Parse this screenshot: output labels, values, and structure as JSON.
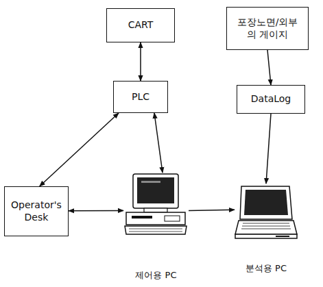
{
  "diagram": {
    "nodes": [
      {
        "text": [
          "CART"
        ]
      },
      {
        "text": [
          "포장노면/외부의 게이지"
        ]
      },
      {
        "text": [
          "PLC"
        ]
      },
      {
        "text": [
          "DataLog"
        ]
      },
      {
        "text": [
          "Operator's Desk"
        ]
      },
      {
        "text": [
          "제어용 PC"
        ]
      },
      {
        "text": [
          "분석용 PC"
        ]
      }
    ],
    "edges": [
      {
        "from": 0,
        "to": 2,
        "arrow": "both"
      },
      {
        "from": 1,
        "to": 3,
        "arrow": "to"
      },
      {
        "from": 2,
        "to": 4,
        "arrow": "both"
      },
      {
        "from": 2,
        "to": 5,
        "arrow": "both"
      },
      {
        "from": 4,
        "to": 5,
        "arrow": "both"
      },
      {
        "from": 5,
        "to": 6,
        "arrow": "to"
      },
      {
        "from": 3,
        "to": 6,
        "arrow": "to"
      }
    ]
  }
}
